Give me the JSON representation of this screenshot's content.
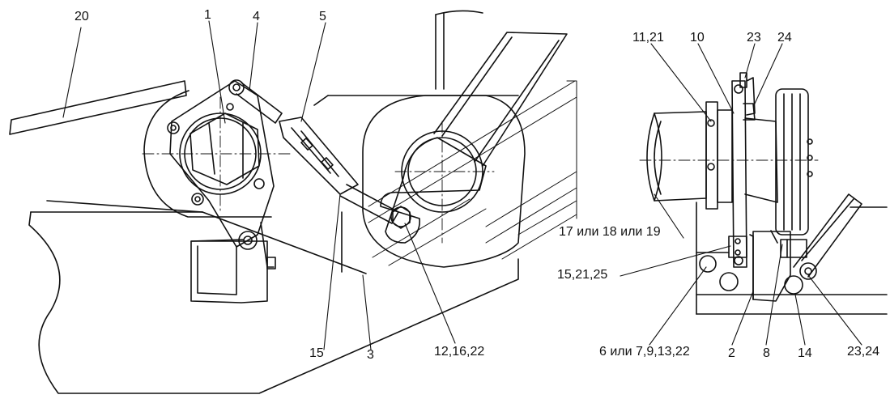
{
  "callouts": {
    "c20": "20",
    "c1": "1",
    "c4": "4",
    "c5": "5",
    "c11_21": "11,21",
    "c10": "10",
    "c23": "23",
    "c24": "24",
    "c17_18_19": "17 или 18 или 19",
    "c15_21_25": "15,21,25",
    "c15": "15",
    "c3": "3",
    "c12_16_22": "12,16,22",
    "c6_7_9_13_22": "6 или 7,9,13,22",
    "c2": "2",
    "c8": "8",
    "c14": "14",
    "c23_24": "23,24"
  }
}
